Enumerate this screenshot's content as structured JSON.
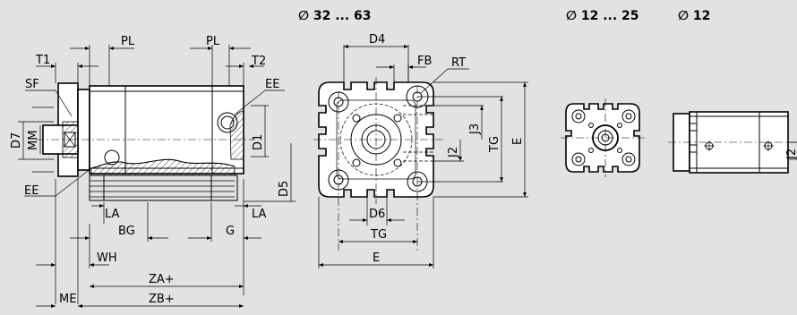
{
  "headers": {
    "size_range_large": "∅ 32 ... 63",
    "size_range_small": "∅ 12 ... 25",
    "size_single": "∅ 12"
  },
  "side_view": {
    "labels": {
      "pl_left": "PL",
      "pl_right": "PL",
      "t1": "T1",
      "t2": "T2",
      "sf": "SF",
      "ee_top": "EE",
      "ee_bottom": "EE",
      "d7": "D7",
      "mm": "MM",
      "d1": "D1",
      "d5": "D5",
      "la_left": "LA",
      "la_right": "LA",
      "bg": "BG",
      "g": "G",
      "wh": "WH",
      "za": "ZA+",
      "zb": "ZB+",
      "me": "ME"
    }
  },
  "front_view": {
    "labels": {
      "d4": "D4",
      "fb": "FB",
      "rt": "RT",
      "j3": "J3",
      "j2": "J2",
      "tg_vertical": "TG",
      "e_vertical": "E",
      "d6": "D6",
      "tg_horizontal": "TG",
      "e_horizontal": "E"
    }
  },
  "small_side_view": {
    "labels": {
      "j2": "J2"
    }
  }
}
